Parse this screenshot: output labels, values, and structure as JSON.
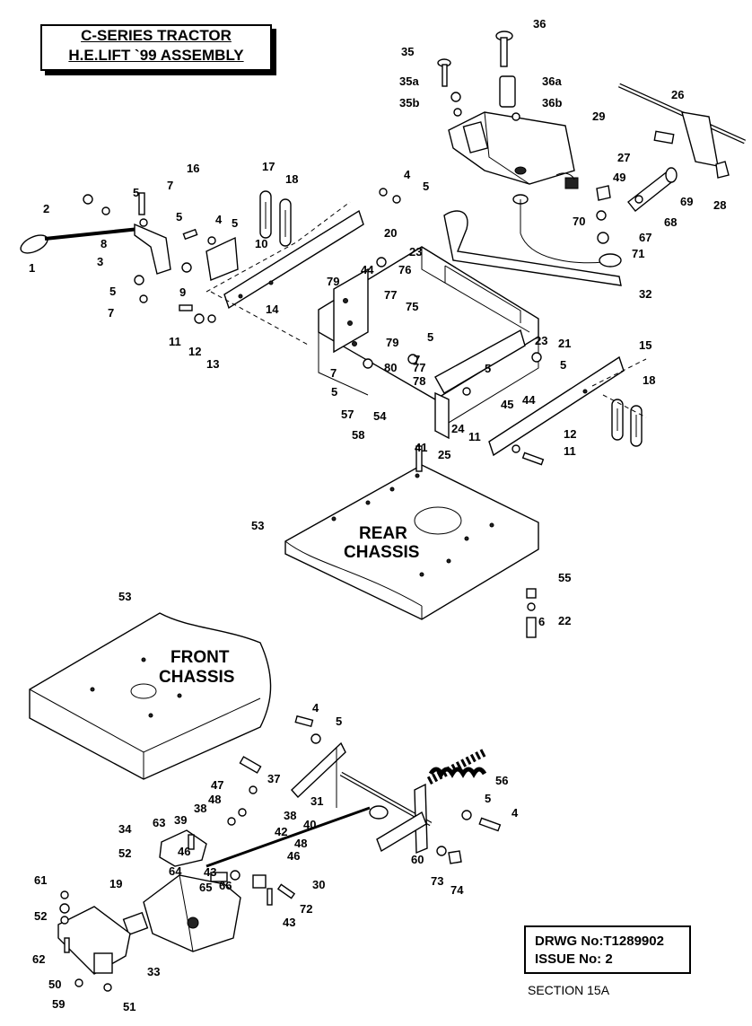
{
  "title": {
    "line1": "C-SERIES TRACTOR",
    "line2": "H.E.LIFT `99 ASSEMBLY"
  },
  "chassis_labels": {
    "rear_line1": "REAR",
    "rear_line2": "CHASSIS",
    "front_line1": "FRONT",
    "front_line2": "CHASSIS"
  },
  "drawing_info": {
    "drawing_number": "DRWG No:T1289902",
    "issue": "ISSUE No: 2",
    "section": "SECTION 15A"
  },
  "callouts": [
    "1",
    "2",
    "3",
    "4",
    "4",
    "4",
    "4",
    "5",
    "5",
    "5",
    "5",
    "5",
    "5",
    "5",
    "5",
    "5",
    "5",
    "5",
    "6",
    "7",
    "7",
    "7",
    "7",
    "8",
    "9",
    "10",
    "11",
    "11",
    "11",
    "12",
    "12",
    "13",
    "14",
    "15",
    "16",
    "17",
    "18",
    "18",
    "19",
    "20",
    "21",
    "22",
    "23",
    "23",
    "24",
    "25",
    "26",
    "27",
    "28",
    "29",
    "30",
    "31",
    "32",
    "33",
    "34",
    "35",
    "35a",
    "35b",
    "36",
    "36a",
    "36b",
    "37",
    "38",
    "38",
    "39",
    "40",
    "41",
    "42",
    "43",
    "43",
    "44",
    "44",
    "45",
    "46",
    "46",
    "47",
    "48",
    "48",
    "49",
    "50",
    "51",
    "52",
    "52",
    "53",
    "53",
    "54",
    "55",
    "56",
    "57",
    "58",
    "59",
    "60",
    "61",
    "62",
    "63",
    "64",
    "65",
    "66",
    "67",
    "68",
    "69",
    "70",
    "71",
    "72",
    "73",
    "74",
    "75",
    "76",
    "77",
    "77",
    "78",
    "79",
    "79",
    "80"
  ]
}
